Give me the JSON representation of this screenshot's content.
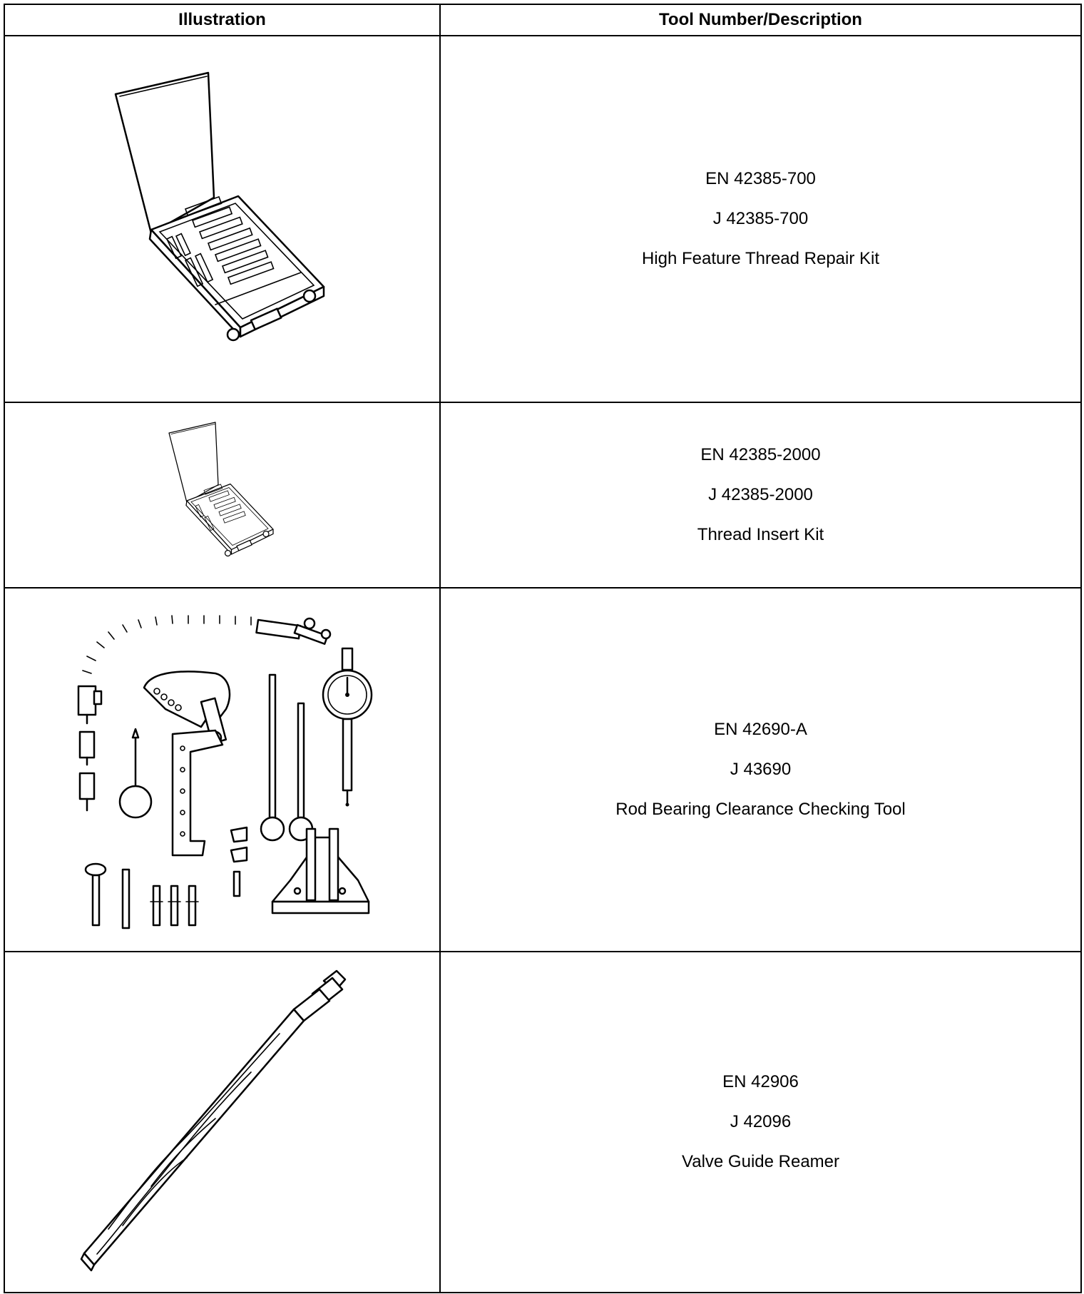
{
  "table": {
    "headers": {
      "illustration": "Illustration",
      "description": "Tool Number/Description"
    },
    "rows": [
      {
        "illustration_icon": "thread-repair-kit-case-icon",
        "lines": [
          "EN 42385-700",
          "J 42385-700",
          "High Feature Thread Repair Kit"
        ]
      },
      {
        "illustration_icon": "thread-insert-kit-case-icon",
        "lines": [
          "EN 42385-2000",
          "J 42385-2000",
          "Thread Insert Kit"
        ]
      },
      {
        "illustration_icon": "rod-bearing-tool-set-icon",
        "lines": [
          "EN 42690-A",
          "J 43690",
          "Rod Bearing Clearance Checking Tool"
        ]
      },
      {
        "illustration_icon": "valve-guide-reamer-icon",
        "lines": [
          "EN 42906",
          "J 42096",
          "Valve Guide Reamer"
        ]
      }
    ]
  }
}
